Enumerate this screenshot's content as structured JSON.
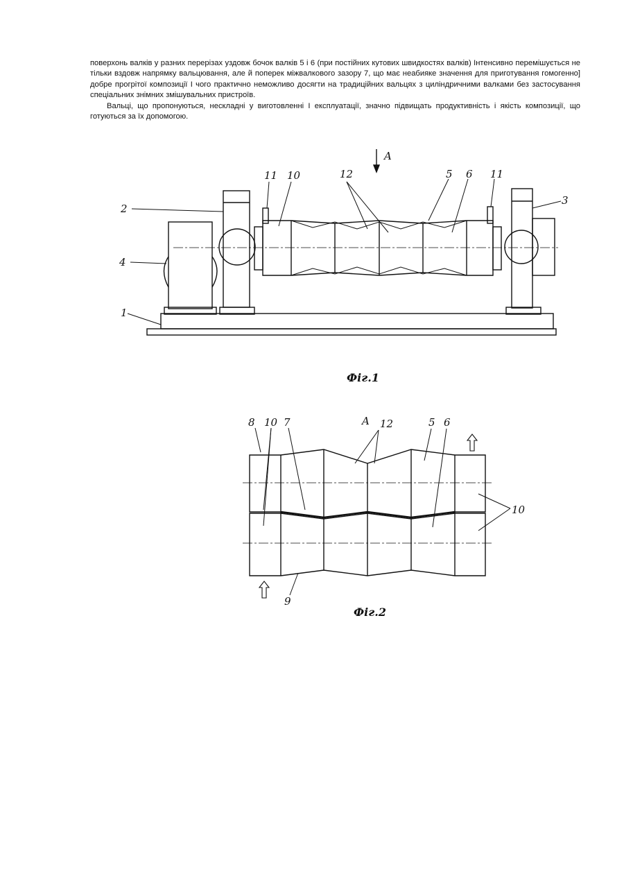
{
  "text": {
    "p1": "поверхонь валків у разних перерізах уздовж бочок валків 5 і 6 (при постійних кутових швидкостях валків) Інтенсивно перемішується не тільки вздовж напрямку вальцювання, але й поперек міжвалкового зазору 7, що має неабияке значення для приготування гомогенно] добре прогрітої композиції І чого практично неможливо досягти на традиційних вальцях з циліндричними валками без застосування спеціальних знімних змішувальних пристроїв.",
    "p2": "Вальці, що пропонуються, нескладні у виготовленні І експлуатації, значно підвищать продуктивність і якість композиції, що готуються за їх допомогою."
  },
  "fig1": {
    "caption": "Фіг.1",
    "view": "A",
    "labels": {
      "l1": "1",
      "l2": "2",
      "l3": "3",
      "l4": "4",
      "l5": "5",
      "l6": "6",
      "l10": "10",
      "l11a": "11",
      "l11b": "11",
      "l12": "12"
    }
  },
  "fig2": {
    "caption": "Фіг.2",
    "view": "A",
    "labels": {
      "l5": "5",
      "l6": "6",
      "l7": "7",
      "l8": "8",
      "l9": "9",
      "l10a": "10",
      "l10b": "10",
      "l12": "12"
    }
  }
}
